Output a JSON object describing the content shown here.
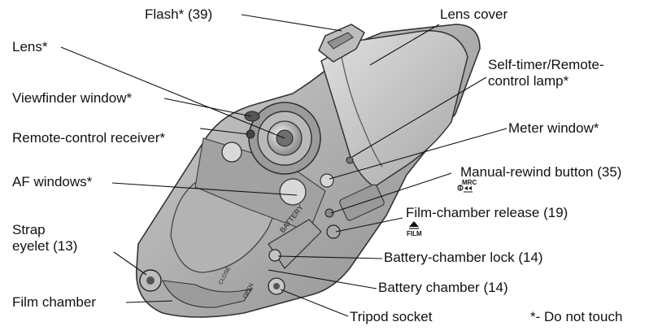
{
  "labels": {
    "flash": "Flash* (39)",
    "lens_cover": "Lens cover",
    "lens": "Lens*",
    "self_timer_1": "Self-timer/Remote-",
    "self_timer_2": "control lamp*",
    "viewfinder": "Viewfinder window*",
    "remote_receiver": "Remote-control receiver*",
    "meter": "Meter window*",
    "af_windows": "AF windows*",
    "manual_rewind": "Manual-rewind button (35)",
    "film_release": "Film-chamber release (19)",
    "strap_1": "Strap",
    "strap_2": "eyelet (13)",
    "battery_lock": "Battery-chamber lock (14)",
    "battery_chamber": "Battery chamber (14)",
    "film_chamber": "Film chamber",
    "tripod": "Tripod socket",
    "note": "*- Do not touch"
  },
  "icons": {
    "mrc_text": "MRC",
    "film_text": "FILM",
    "rewind_icon": "mrc-rewind-icon",
    "eject_icon": "film-eject-icon"
  },
  "engravings": {
    "battery": "BATTERY",
    "close": "CLOSE",
    "open": "OPEN"
  }
}
